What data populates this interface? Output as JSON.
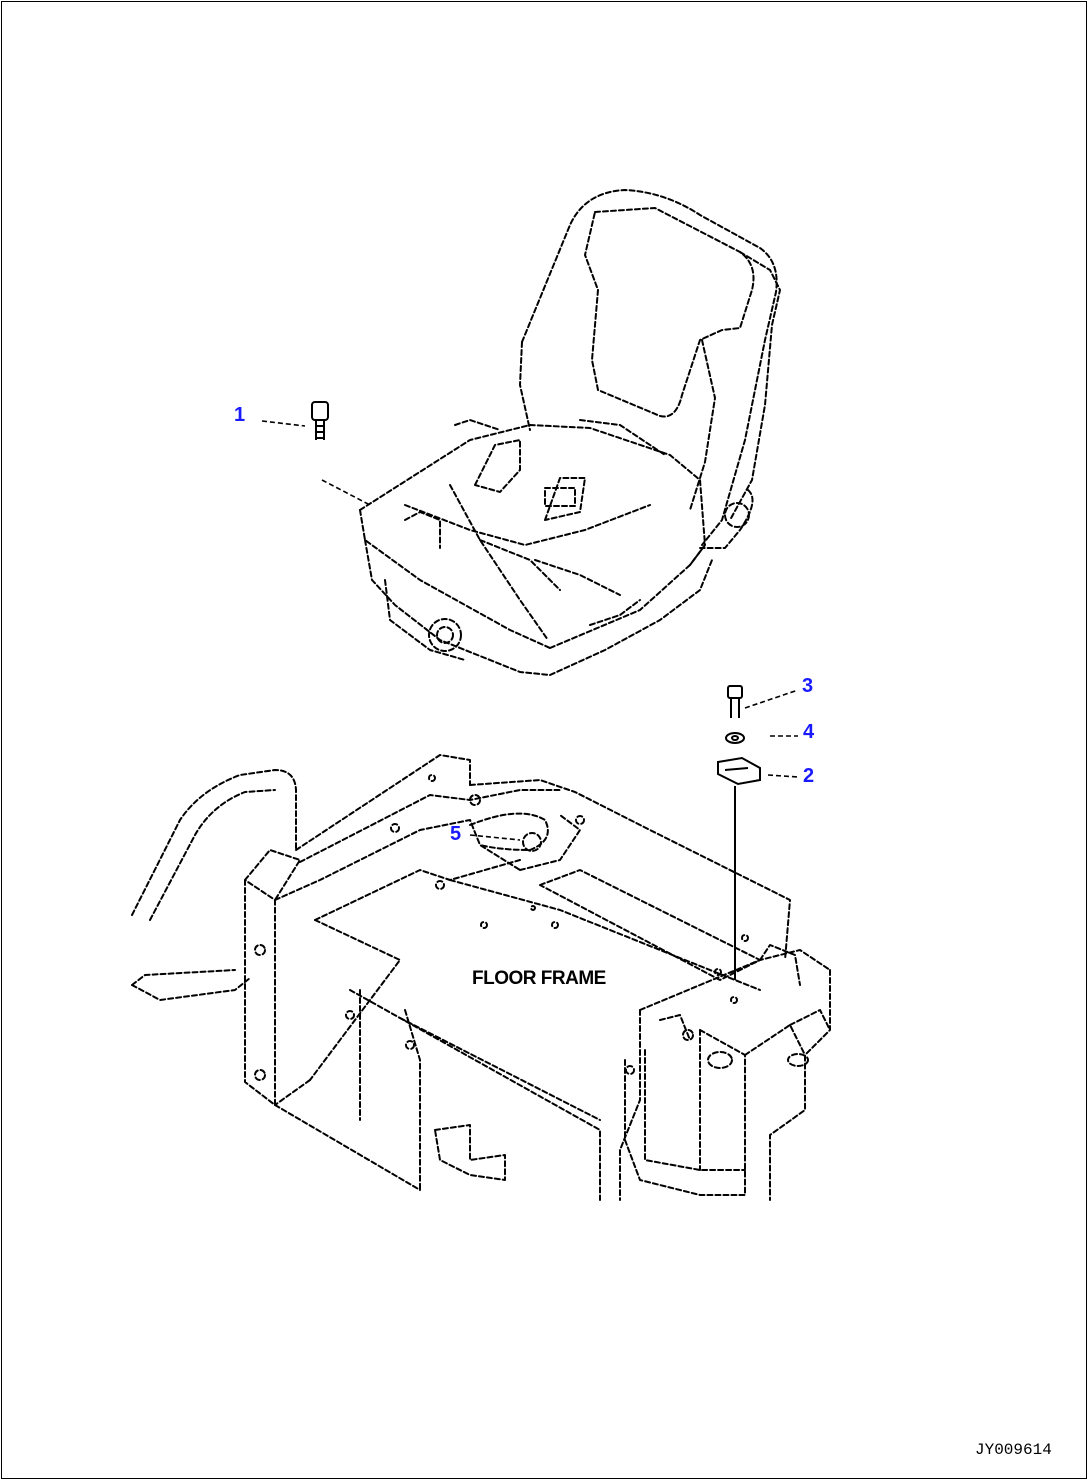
{
  "callouts": [
    {
      "id": "1",
      "part": "bolt"
    },
    {
      "id": "2",
      "part": "bracket"
    },
    {
      "id": "3",
      "part": "bolt"
    },
    {
      "id": "4",
      "part": "washer"
    },
    {
      "id": "5",
      "part": "floor-frame-mount"
    }
  ],
  "labels": {
    "floor_frame": "FLOOR FRAME",
    "drawing_number": "JY009614"
  },
  "colors": {
    "callout": "#1a1aff",
    "line": "#000000",
    "background": "#ffffff"
  }
}
